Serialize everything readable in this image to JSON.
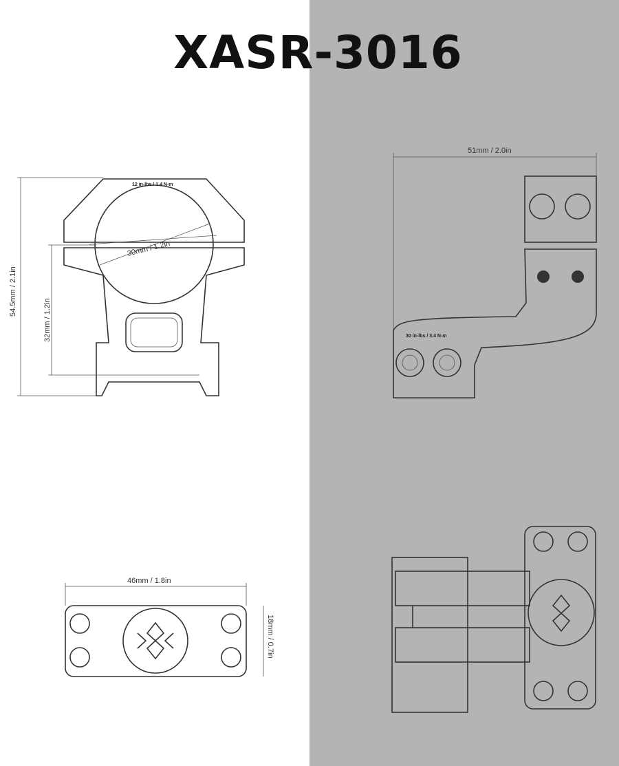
{
  "title": "XASR-3016",
  "front_view": {
    "torque": "12 in-lbs / 1.4 N-m",
    "ring_diameter": "30mm / 1.2in",
    "total_height": "54.5mm / 2.1in",
    "center_height": "32mm / 1.2in"
  },
  "side_view": {
    "length": "51mm / 2.0in",
    "torque": "30 in-lbs / 3.4 N-m"
  },
  "top_view": {
    "width": "46mm / 1.8in",
    "depth": "18mm / 0.7in"
  },
  "colors": {
    "left_background": "#ffffff",
    "right_background": "#b4b4b4"
  }
}
